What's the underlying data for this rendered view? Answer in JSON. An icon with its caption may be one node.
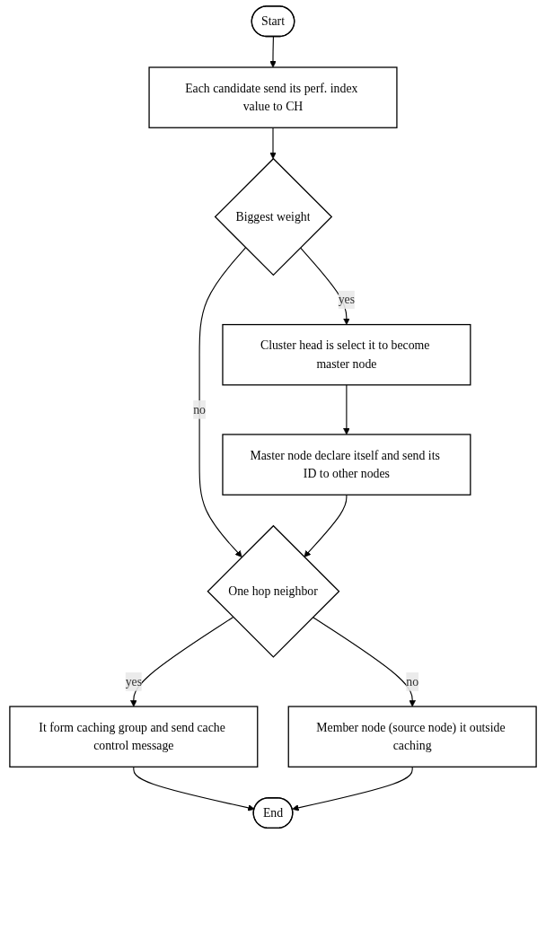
{
  "diagram": {
    "nodes": [
      {
        "text": [
          "Start"
        ]
      },
      {
        "text": [
          "Each candidate send its perf. index value to CH"
        ]
      },
      {
        "text": [
          "Biggest weight"
        ]
      },
      {
        "text": [
          "Cluster head is select it to become master node"
        ]
      },
      {
        "text": [
          "Master node declare itself and send its ID to other nodes"
        ]
      },
      {
        "text": [
          "One hop neighbor"
        ]
      },
      {
        "text": [
          "It form caching group and send cache control message"
        ]
      },
      {
        "text": [
          "Member node (source node) it outside caching"
        ]
      },
      {
        "text": [
          "End"
        ]
      }
    ],
    "edges": [
      {
        "from": 0,
        "to": 1,
        "arrow": "to"
      },
      {
        "from": 1,
        "to": 2,
        "arrow": "to"
      },
      {
        "from": 2,
        "to": 3,
        "arrow": "to",
        "label": "yes"
      },
      {
        "from": 2,
        "to": 5,
        "arrow": "to",
        "label": "no"
      },
      {
        "from": 3,
        "to": 4,
        "arrow": "to"
      },
      {
        "from": 4,
        "to": 5,
        "arrow": "to"
      },
      {
        "from": 5,
        "to": 6,
        "arrow": "to",
        "label": "yes"
      },
      {
        "from": 5,
        "to": 7,
        "arrow": "to",
        "label": "no"
      },
      {
        "from": 6,
        "to": 8,
        "arrow": "to"
      },
      {
        "from": 7,
        "to": 8,
        "arrow": "to"
      }
    ]
  }
}
